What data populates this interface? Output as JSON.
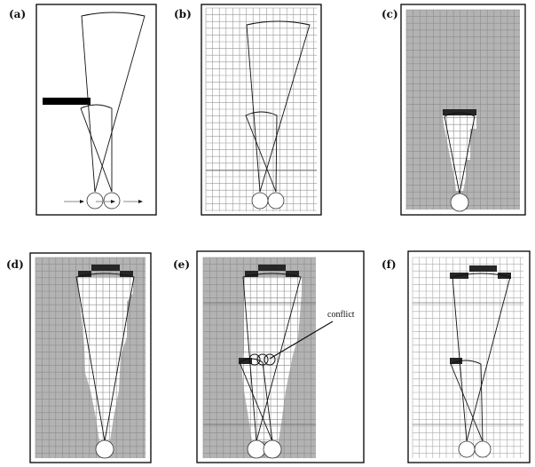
{
  "panels": [
    {
      "id": "a",
      "label": "(a)"
    },
    {
      "id": "b",
      "label": "(b)"
    },
    {
      "id": "c",
      "label": "(c)"
    },
    {
      "id": "d",
      "label": "(d)"
    },
    {
      "id": "e",
      "label": "(e)",
      "annotation": "conflict"
    },
    {
      "id": "f",
      "label": "(f)"
    }
  ],
  "colors": {
    "grid_gray": "#b3b3b3",
    "grid_line": "#8c8c8c",
    "occupied": "#262626",
    "free": "#ffffff"
  }
}
